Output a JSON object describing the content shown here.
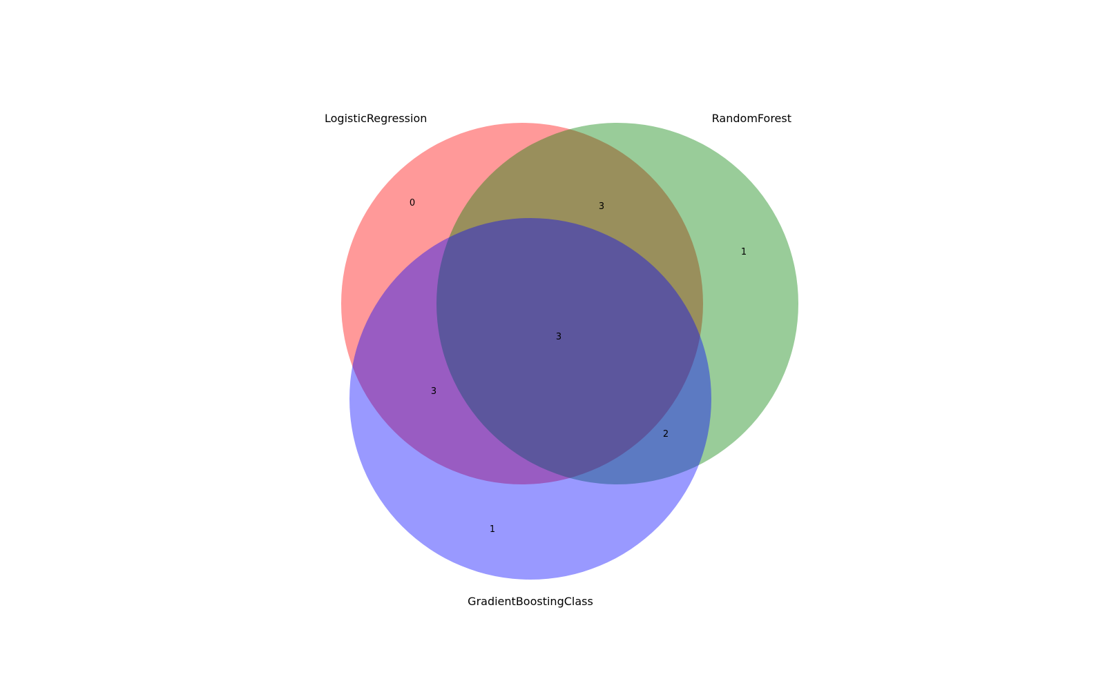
{
  "chart_data": {
    "type": "venn",
    "sets": [
      {
        "name": "LogisticRegression",
        "color": "#ff0000"
      },
      {
        "name": "RandomForest",
        "color": "#008000"
      },
      {
        "name": "GradientBoostingClass",
        "color": "#0000ff"
      }
    ],
    "regions": {
      "only_LogisticRegression": "0",
      "only_RandomForest": "1",
      "only_GradientBoostingClass": "1",
      "LogisticRegression_RandomForest": "3",
      "LogisticRegression_GradientBoostingClass": "3",
      "RandomForest_GradientBoostingClass": "2",
      "all_three": "3"
    },
    "fill_opacity": 0.4
  }
}
